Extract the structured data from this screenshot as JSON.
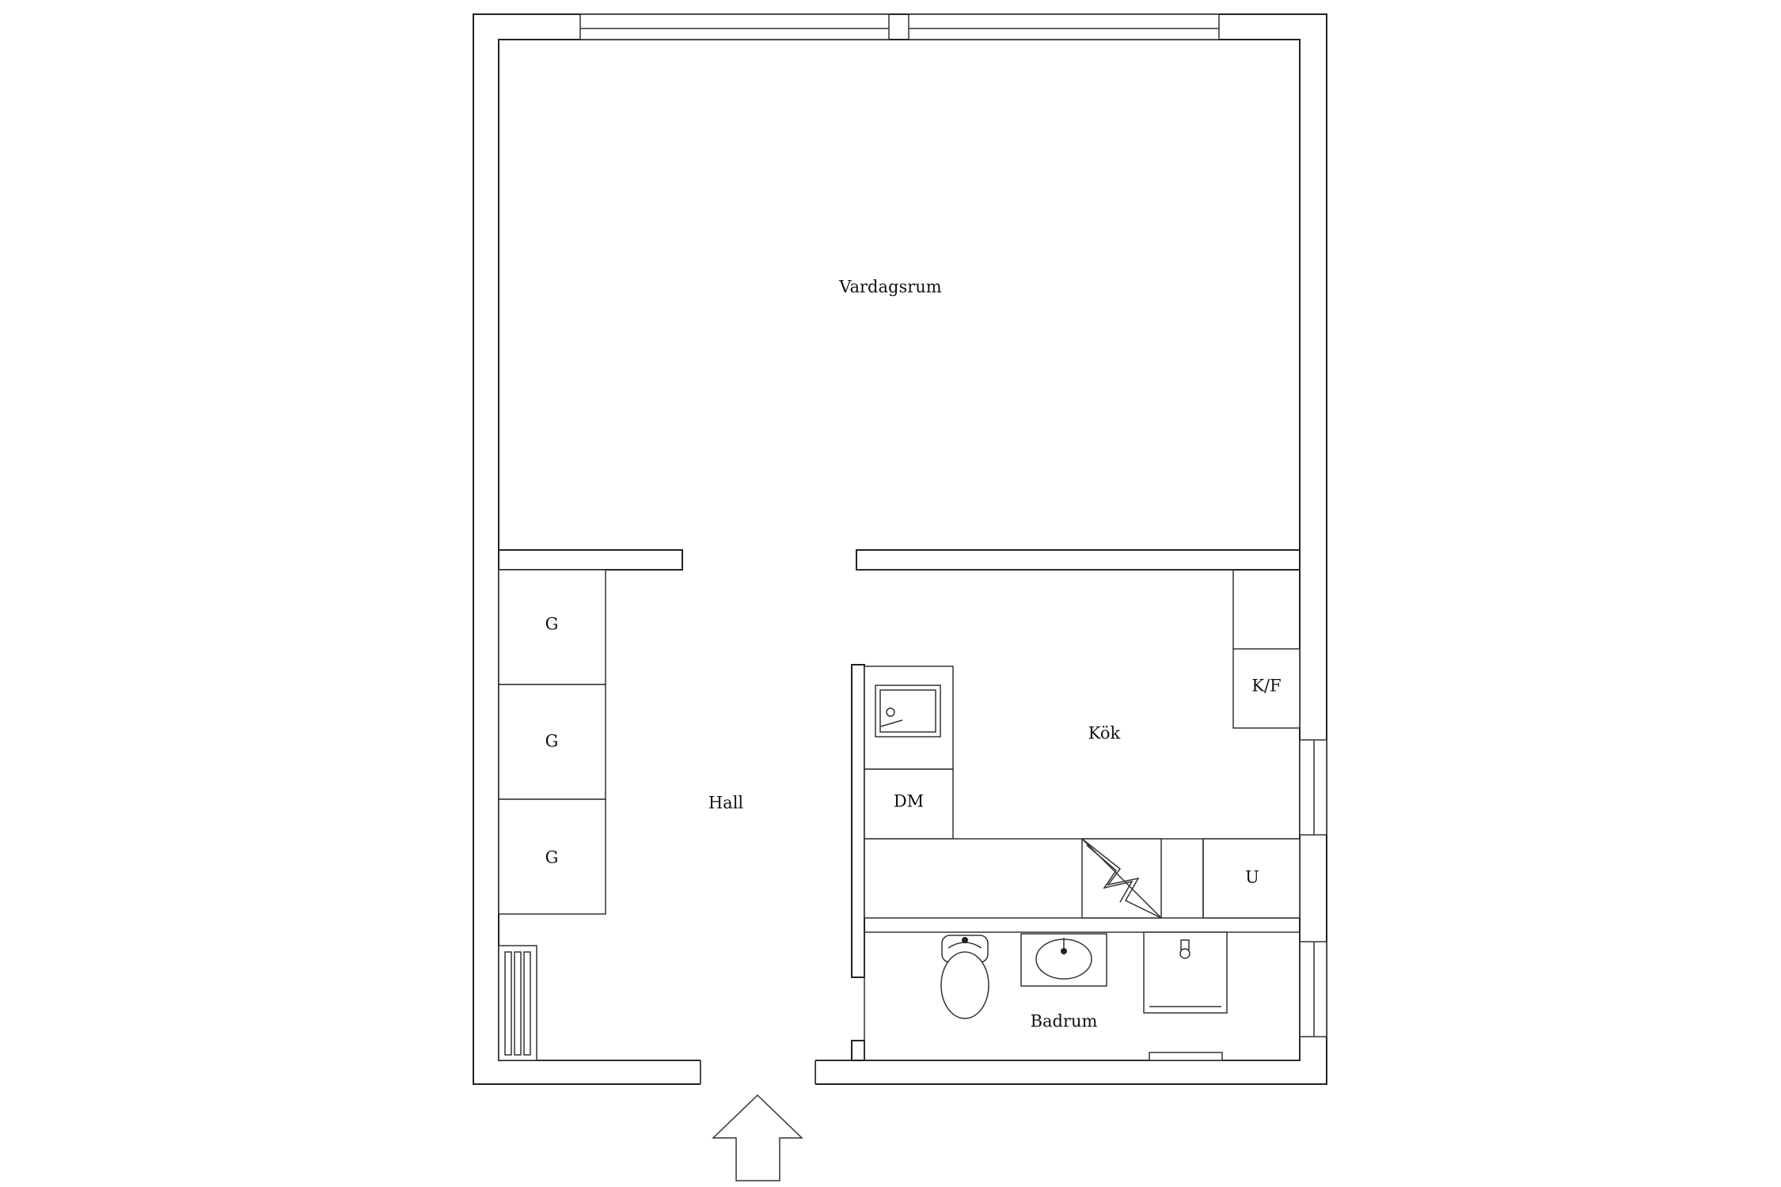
{
  "rooms": {
    "vardagsrum": "Vardagsrum",
    "hall": "Hall",
    "kok": "Kök",
    "badrum": "Badrum"
  },
  "fixtures": {
    "wardrobe_1": "G",
    "wardrobe_2": "G",
    "wardrobe_3": "G",
    "fridge_freezer": "K/F",
    "dishwasher": "DM",
    "oven": "U"
  },
  "colors": {
    "line": "#222222",
    "background": "#ffffff"
  },
  "icons": {
    "entrance": "entrance-arrow-icon",
    "sink": "kitchen-sink-icon",
    "stove": "stove-icon",
    "toilet": "toilet-icon",
    "washbasin": "washbasin-icon",
    "shower": "shower-icon",
    "radiator": "radiator-icon"
  }
}
